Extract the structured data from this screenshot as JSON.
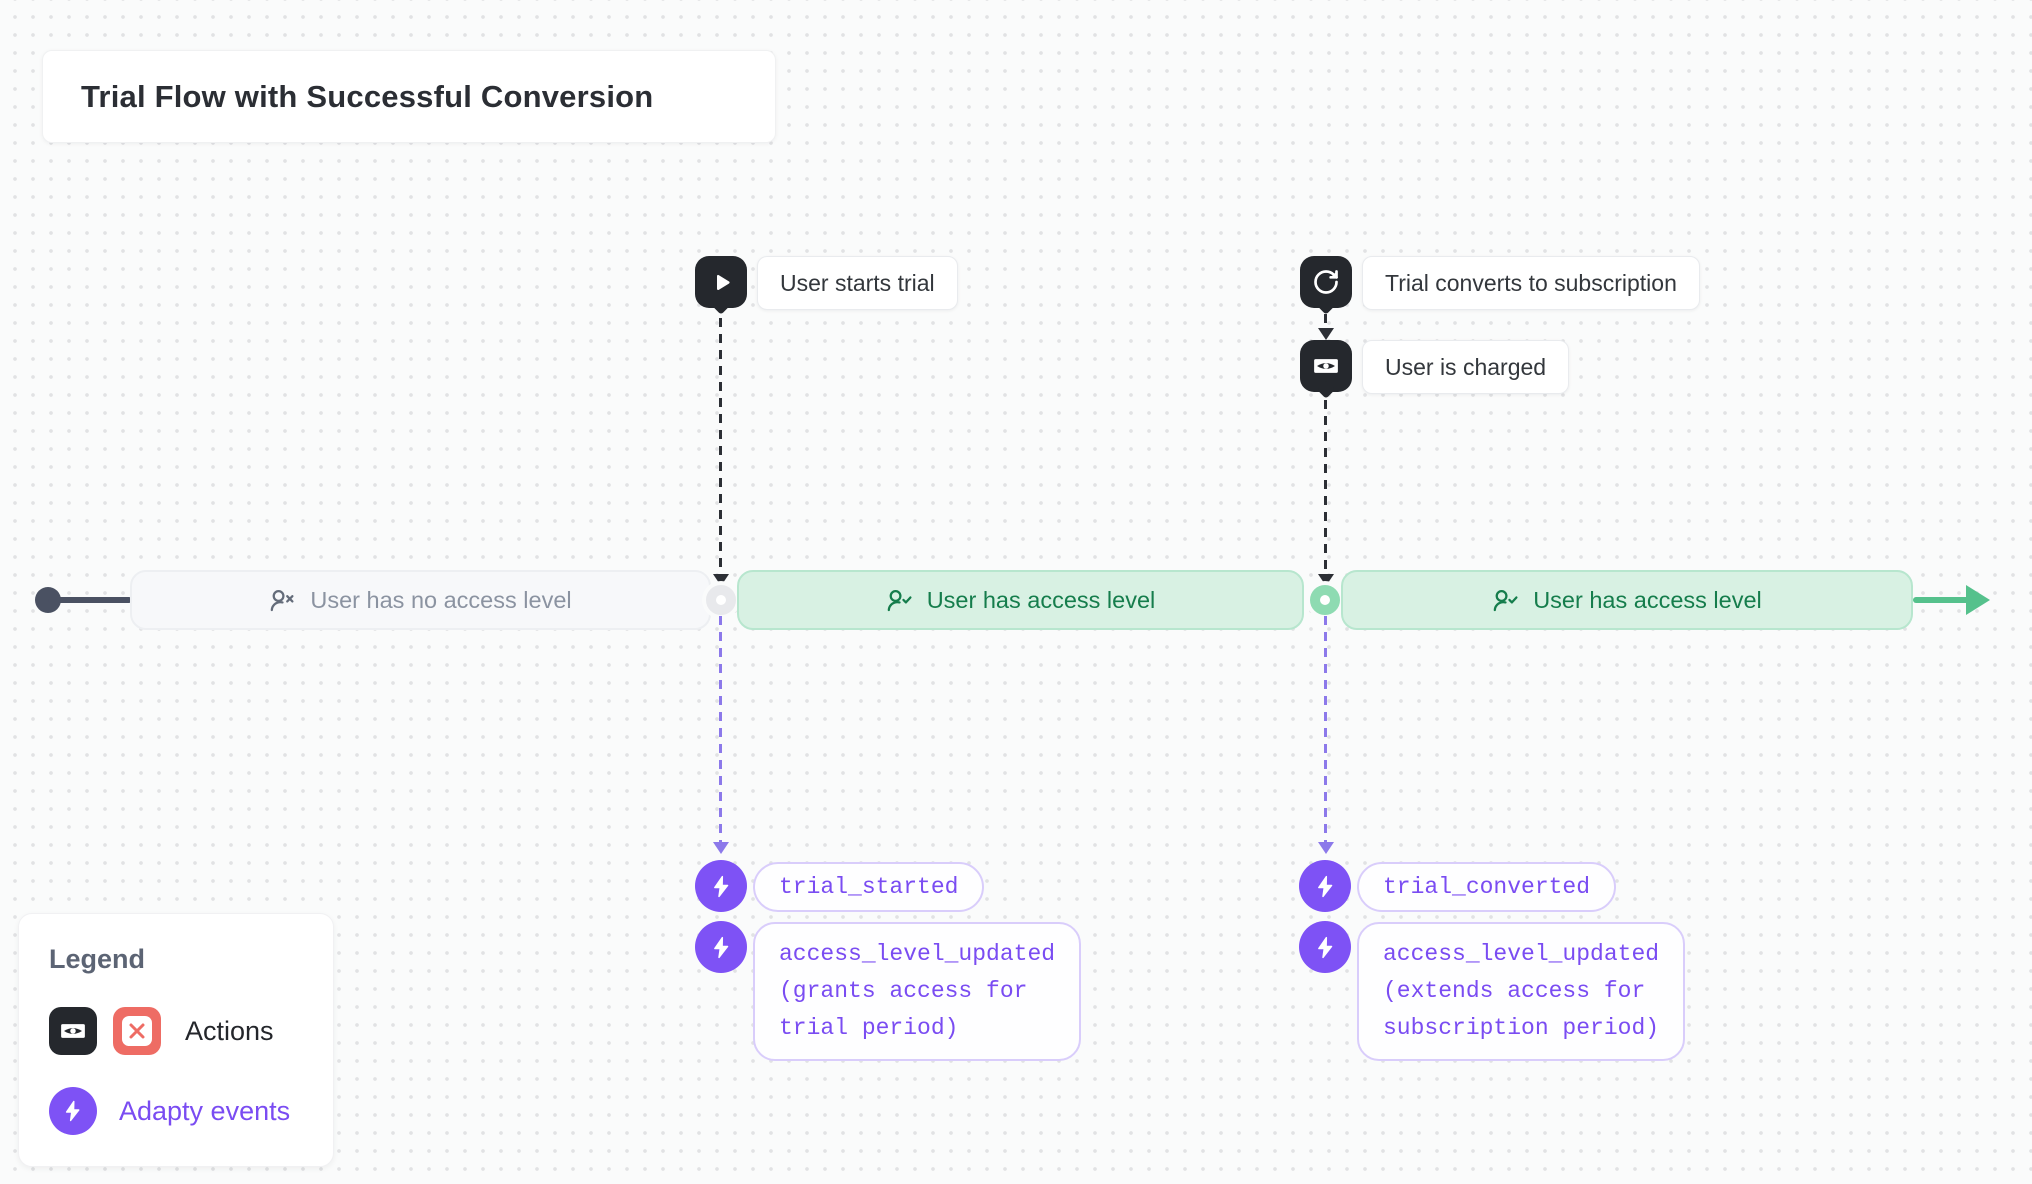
{
  "title": "Trial Flow with Successful Conversion",
  "action_nodes": [
    {
      "label": "User starts trial",
      "icon": "play-icon"
    },
    {
      "label": "Trial converts to subscription",
      "icon": "refresh-icon"
    },
    {
      "label": "User is charged",
      "icon": "banknote-icon"
    }
  ],
  "timeline_states": [
    {
      "label": "User has no access level",
      "status": "none",
      "icon": "user-x-icon"
    },
    {
      "label": "User has access level",
      "status": "active",
      "icon": "user-check-icon"
    },
    {
      "label": "User has access level",
      "status": "active",
      "icon": "user-check-icon"
    }
  ],
  "adapty_events": [
    {
      "label": "trial_started",
      "icon": "bolt-icon"
    },
    {
      "label": "access_level_updated\n(grants access for\ntrial period)",
      "icon": "bolt-icon"
    },
    {
      "label": "trial_converted",
      "icon": "bolt-icon"
    },
    {
      "label": "access_level_updated\n(extends access for\nsubscription period)",
      "icon": "bolt-icon"
    }
  ],
  "legend": {
    "title": "Legend",
    "actions_label": "Actions",
    "adapty_events_label": "Adapty events",
    "action_icons": [
      "banknote-icon",
      "x-square-icon"
    ],
    "event_icons": [
      "bolt-icon"
    ]
  },
  "colors": {
    "accent_purple": "#7E52F5",
    "purple_text": "#7A4CF2",
    "purple_dash": "#8C79EA",
    "green_bg": "#D8F1E3",
    "green_border": "#B7E6CE",
    "green_text": "#157D4C",
    "green_arrow": "#55C18C",
    "dark_icon": "#25282D",
    "red_icon": "#EE6C64",
    "gray_state_text": "#8B93A1",
    "slate_line": "#4A5162"
  }
}
